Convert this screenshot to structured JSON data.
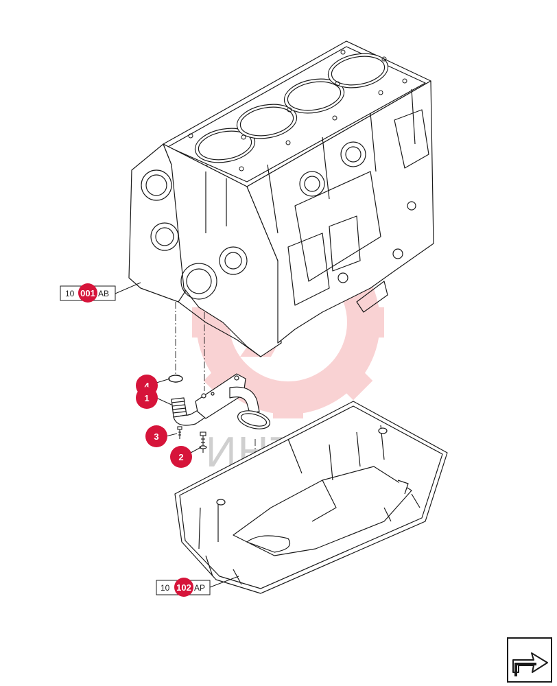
{
  "diagram": {
    "watermark_text": "ИНТЕХ",
    "colors": {
      "callout": "#d6143a",
      "watermark": "#e8363c",
      "line": "#1a1a1a"
    },
    "callouts": [
      {
        "id": "c4",
        "label": "4"
      },
      {
        "id": "c1",
        "label": "1"
      },
      {
        "id": "c3",
        "label": "3"
      },
      {
        "id": "c2",
        "label": "2"
      }
    ],
    "references": [
      {
        "id": "ref-engine-block",
        "prefix": "10",
        "bubble": "001",
        "suffix": "AB"
      },
      {
        "id": "ref-oil-pan",
        "prefix": "10",
        "bubble": "102",
        "suffix": "AP"
      }
    ],
    "nav_icon": "next-page-arrow-icon"
  }
}
